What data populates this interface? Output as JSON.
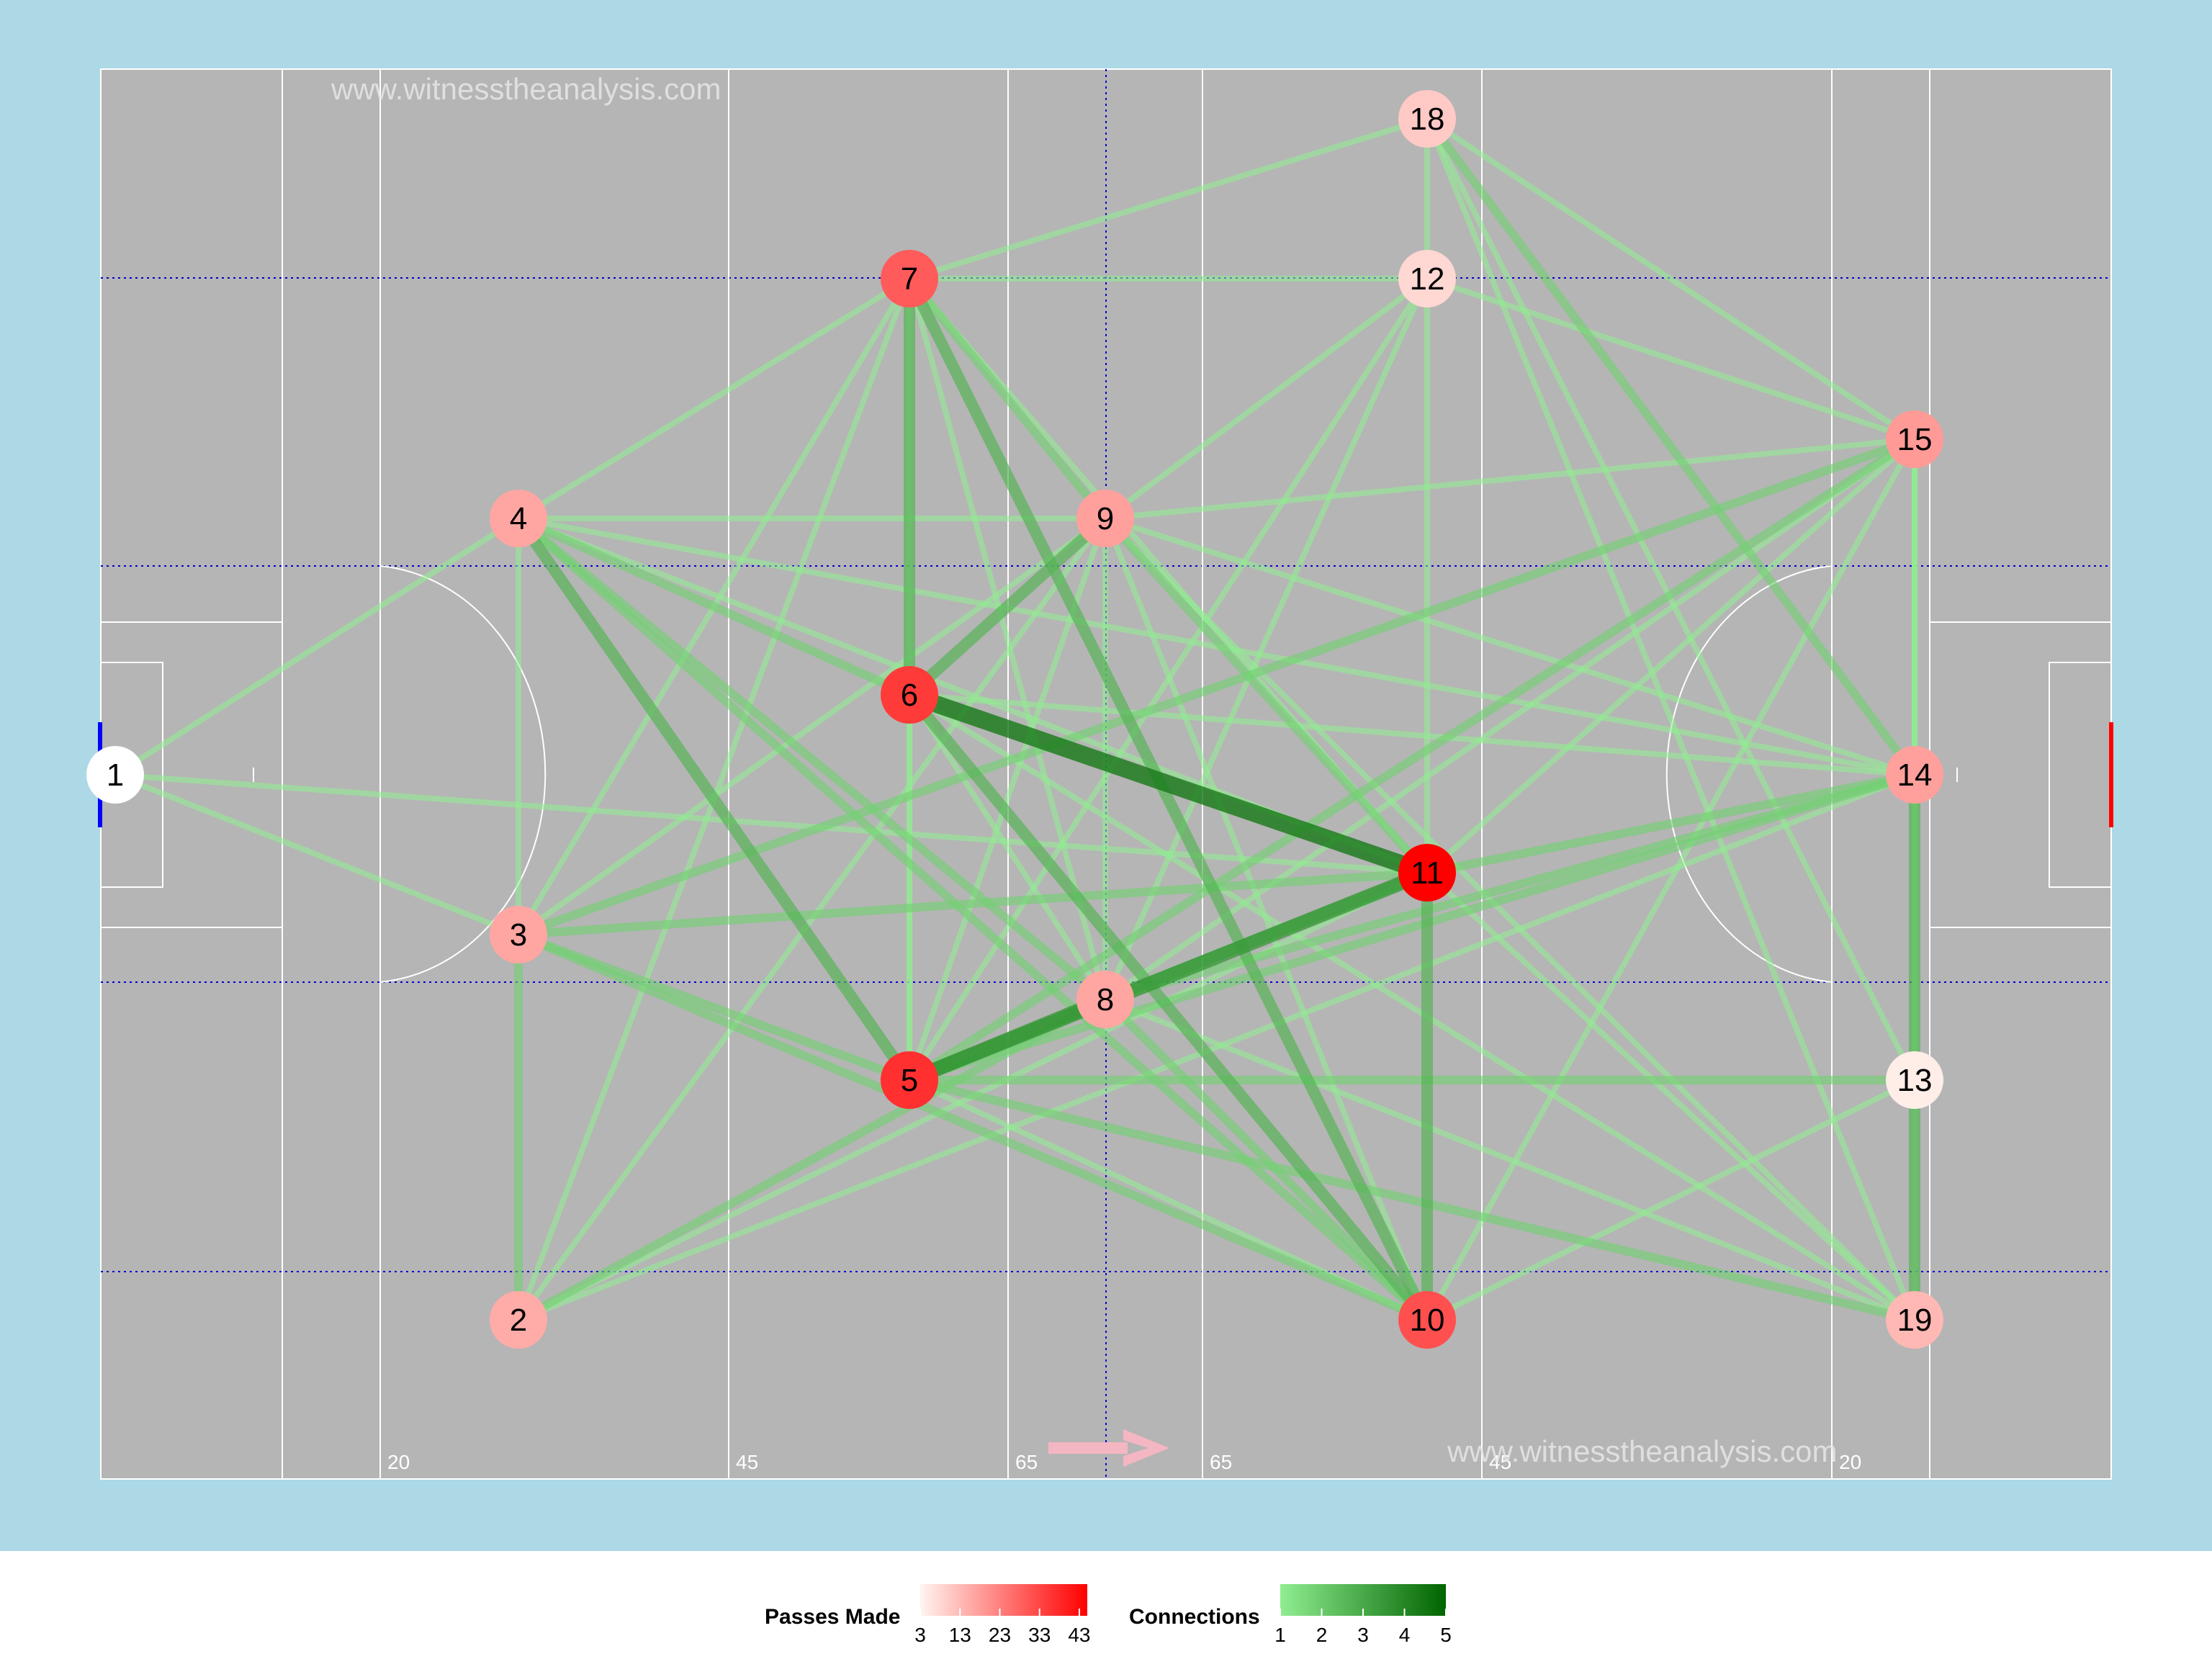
{
  "chart_data": {
    "type": "network",
    "watermarks": [
      "www.witnesstheanalysis.com",
      "www.witnesstheanalysis.com"
    ],
    "direction_arrow": "right",
    "pitch_labels": [
      "20",
      "45",
      "65",
      "65",
      "45",
      "20"
    ],
    "nodes": [
      {
        "id": "1",
        "passes": 3
      },
      {
        "id": "2",
        "passes": 14
      },
      {
        "id": "3",
        "passes": 15
      },
      {
        "id": "4",
        "passes": 15
      },
      {
        "id": "5",
        "passes": 36
      },
      {
        "id": "6",
        "passes": 34
      },
      {
        "id": "7",
        "passes": 28
      },
      {
        "id": "8",
        "passes": 15
      },
      {
        "id": "9",
        "passes": 16
      },
      {
        "id": "10",
        "passes": 30
      },
      {
        "id": "11",
        "passes": 45
      },
      {
        "id": "12",
        "passes": 7
      },
      {
        "id": "13",
        "passes": 4
      },
      {
        "id": "14",
        "passes": 16
      },
      {
        "id": "15",
        "passes": 17
      },
      {
        "id": "18",
        "passes": 9
      },
      {
        "id": "19",
        "passes": 12
      }
    ],
    "edges": [
      {
        "from": "6",
        "to": "11",
        "connections": 5
      },
      {
        "from": "5",
        "to": "11",
        "connections": 4
      },
      {
        "from": "5",
        "to": "8",
        "connections": 4
      },
      {
        "from": "4",
        "to": "5",
        "connections": 3
      },
      {
        "from": "7",
        "to": "6",
        "connections": 3
      },
      {
        "from": "7",
        "to": "10",
        "connections": 3
      },
      {
        "from": "11",
        "to": "10",
        "connections": 3
      },
      {
        "from": "14",
        "to": "19",
        "connections": 3
      },
      {
        "from": "6",
        "to": "9",
        "connections": 3
      },
      {
        "from": "6",
        "to": "10",
        "connections": 3
      },
      {
        "from": "8",
        "to": "11",
        "connections": 3
      },
      {
        "from": "5",
        "to": "14",
        "connections": 2
      },
      {
        "from": "3",
        "to": "5",
        "connections": 2
      },
      {
        "from": "3",
        "to": "11",
        "connections": 2
      },
      {
        "from": "3",
        "to": "15",
        "connections": 2
      },
      {
        "from": "2",
        "to": "3",
        "connections": 2
      },
      {
        "from": "5",
        "to": "13",
        "connections": 2
      },
      {
        "from": "4",
        "to": "6",
        "connections": 2
      },
      {
        "from": "4",
        "to": "8",
        "connections": 2
      },
      {
        "from": "7",
        "to": "9",
        "connections": 2
      },
      {
        "from": "8",
        "to": "14",
        "connections": 2
      },
      {
        "from": "11",
        "to": "14",
        "connections": 2
      },
      {
        "from": "18",
        "to": "14",
        "connections": 2
      },
      {
        "from": "5",
        "to": "19",
        "connections": 2
      },
      {
        "from": "8",
        "to": "10",
        "connections": 2
      },
      {
        "from": "9",
        "to": "11",
        "connections": 2
      },
      {
        "from": "3",
        "to": "10",
        "connections": 2
      },
      {
        "from": "2",
        "to": "8",
        "connections": 2
      },
      {
        "from": "4",
        "to": "10",
        "connections": 2
      },
      {
        "from": "5",
        "to": "15",
        "connections": 2
      },
      {
        "from": "1",
        "to": "4",
        "connections": 1
      },
      {
        "from": "1",
        "to": "3",
        "connections": 1
      },
      {
        "from": "1",
        "to": "11",
        "connections": 1
      },
      {
        "from": "2",
        "to": "7",
        "connections": 1
      },
      {
        "from": "2",
        "to": "9",
        "connections": 1
      },
      {
        "from": "2",
        "to": "11",
        "connections": 1
      },
      {
        "from": "2",
        "to": "14",
        "connections": 1
      },
      {
        "from": "3",
        "to": "7",
        "connections": 1
      },
      {
        "from": "3",
        "to": "9",
        "connections": 1
      },
      {
        "from": "3",
        "to": "4",
        "connections": 1
      },
      {
        "from": "4",
        "to": "7",
        "connections": 1
      },
      {
        "from": "4",
        "to": "9",
        "connections": 1
      },
      {
        "from": "4",
        "to": "11",
        "connections": 1
      },
      {
        "from": "4",
        "to": "14",
        "connections": 1
      },
      {
        "from": "5",
        "to": "6",
        "connections": 1
      },
      {
        "from": "5",
        "to": "7",
        "connections": 1
      },
      {
        "from": "5",
        "to": "9",
        "connections": 1
      },
      {
        "from": "5",
        "to": "10",
        "connections": 1
      },
      {
        "from": "5",
        "to": "12",
        "connections": 1
      },
      {
        "from": "6",
        "to": "8",
        "connections": 1
      },
      {
        "from": "6",
        "to": "14",
        "connections": 1
      },
      {
        "from": "6",
        "to": "19",
        "connections": 1
      },
      {
        "from": "7",
        "to": "8",
        "connections": 1
      },
      {
        "from": "7",
        "to": "12",
        "connections": 1
      },
      {
        "from": "7",
        "to": "18",
        "connections": 1
      },
      {
        "from": "7",
        "to": "11",
        "connections": 1
      },
      {
        "from": "8",
        "to": "9",
        "connections": 1
      },
      {
        "from": "8",
        "to": "12",
        "connections": 1
      },
      {
        "from": "8",
        "to": "19",
        "connections": 1
      },
      {
        "from": "9",
        "to": "10",
        "connections": 1
      },
      {
        "from": "9",
        "to": "12",
        "connections": 1
      },
      {
        "from": "9",
        "to": "14",
        "connections": 1
      },
      {
        "from": "9",
        "to": "15",
        "connections": 1
      },
      {
        "from": "9",
        "to": "19",
        "connections": 1
      },
      {
        "from": "10",
        "to": "13",
        "connections": 1
      },
      {
        "from": "10",
        "to": "15",
        "connections": 1
      },
      {
        "from": "11",
        "to": "12",
        "connections": 1
      },
      {
        "from": "11",
        "to": "15",
        "connections": 1
      },
      {
        "from": "11",
        "to": "19",
        "connections": 1
      },
      {
        "from": "12",
        "to": "15",
        "connections": 1
      },
      {
        "from": "12",
        "to": "18",
        "connections": 1
      },
      {
        "from": "13",
        "to": "14",
        "connections": 1
      },
      {
        "from": "13",
        "to": "15",
        "connections": 1
      },
      {
        "from": "14",
        "to": "15",
        "connections": 1
      },
      {
        "from": "18",
        "to": "13",
        "connections": 1
      },
      {
        "from": "18",
        "to": "19",
        "connections": 1
      },
      {
        "from": "18",
        "to": "15",
        "connections": 1
      },
      {
        "from": "15",
        "to": "19",
        "connections": 1
      },
      {
        "from": "15",
        "to": "8",
        "connections": 1
      }
    ],
    "legend": {
      "passes_title": "Passes Made",
      "passes_ticks": [
        "3",
        "13",
        "23",
        "33",
        "43"
      ],
      "passes_range": [
        3,
        45
      ],
      "connections_title": "Connections",
      "connections_ticks": [
        "1",
        "2",
        "3",
        "4",
        "5"
      ],
      "connections_range": [
        1,
        5
      ]
    },
    "colors": {
      "background": "#add8e6",
      "pitch": "#b5b5b5",
      "pitch_lines": "#ffffff",
      "zone_lines": "#0000cc",
      "node_low": "#fff5f0",
      "node_high": "#ff0000",
      "edge_low": "#90ee90",
      "edge_high": "#006400",
      "arrow": "#f4b6c2",
      "left_goal": "#0000ff",
      "right_goal": "#ff0000"
    }
  }
}
